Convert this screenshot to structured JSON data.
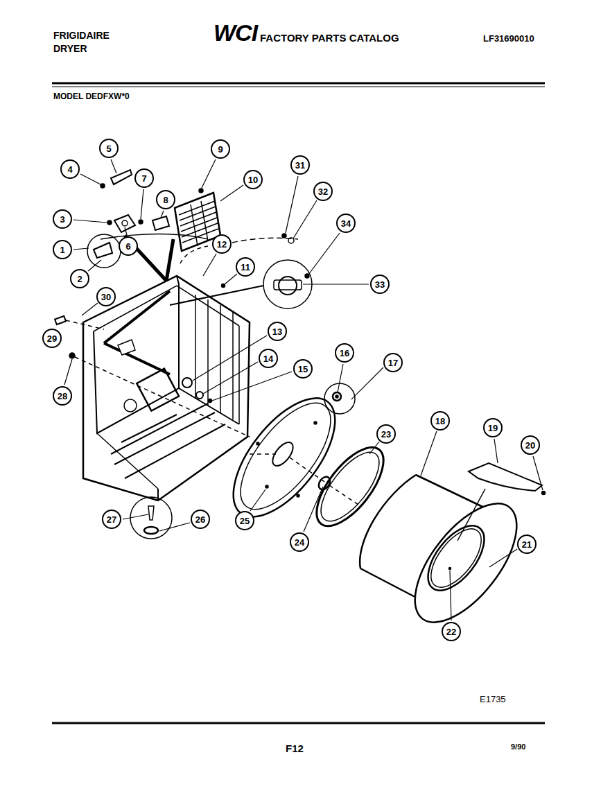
{
  "diagram": {
    "title": "FACTORY PARTS CATALOG",
    "nodes": [
      {
        "text": [
          "5"
        ]
      },
      {
        "text": [
          "9"
        ]
      },
      {
        "text": [
          "31"
        ]
      },
      {
        "text": [
          "4"
        ]
      },
      {
        "text": [
          "7"
        ]
      },
      {
        "text": [
          "10"
        ]
      },
      {
        "text": [
          "32"
        ]
      },
      {
        "text": [
          "8"
        ]
      },
      {
        "text": [
          "3"
        ]
      },
      {
        "text": [
          "34"
        ]
      },
      {
        "text": [
          "12"
        ]
      },
      {
        "text": [
          "6"
        ]
      },
      {
        "text": [
          "1"
        ]
      },
      {
        "text": [
          "11"
        ]
      },
      {
        "text": [
          "2"
        ]
      },
      {
        "text": [
          "33"
        ]
      },
      {
        "text": [
          "30"
        ]
      },
      {
        "text": [
          "13"
        ]
      },
      {
        "text": [
          "29"
        ]
      },
      {
        "text": [
          "16"
        ]
      },
      {
        "text": [
          "14"
        ]
      },
      {
        "text": [
          "17"
        ]
      },
      {
        "text": [
          "15"
        ]
      },
      {
        "text": [
          "28"
        ]
      },
      {
        "text": [
          "18"
        ]
      },
      {
        "text": [
          "19"
        ]
      },
      {
        "text": [
          "23"
        ]
      },
      {
        "text": [
          "20"
        ]
      },
      {
        "text": [
          "27"
        ]
      },
      {
        "text": [
          "26"
        ]
      },
      {
        "text": [
          "25"
        ]
      },
      {
        "text": [
          "24"
        ]
      },
      {
        "text": [
          "21"
        ]
      },
      {
        "text": [
          "22"
        ]
      }
    ],
    "labels": [
      "FRIGIDAIRE",
      "DRYER",
      "WCI",
      "LF31690010",
      "MODEL DEDFXW*0",
      "E1735",
      "F12",
      "9/90"
    ]
  }
}
